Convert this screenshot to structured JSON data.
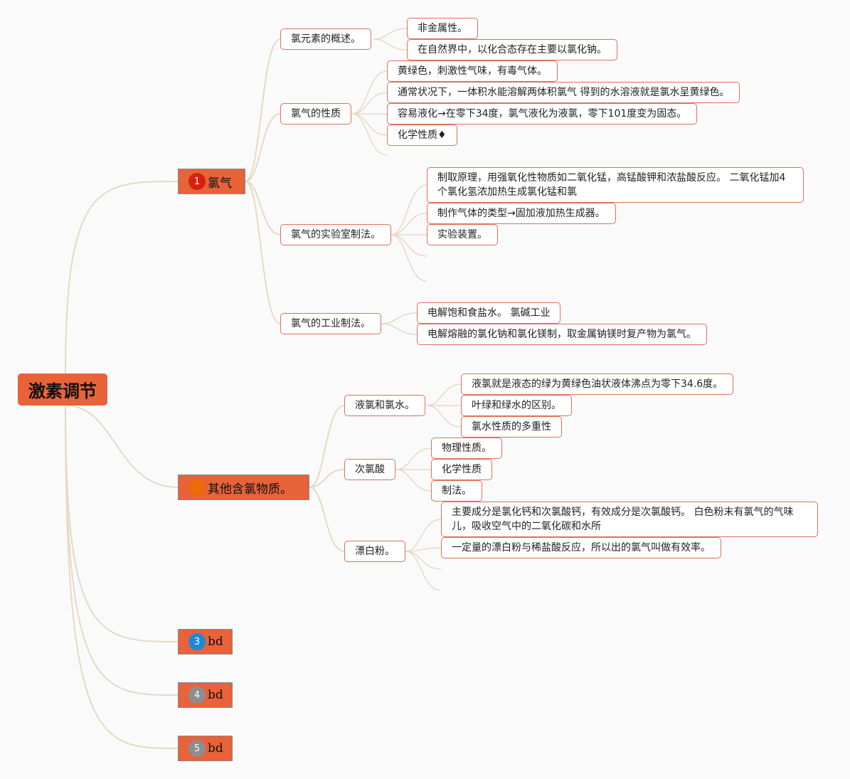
{
  "colors": {
    "root_fill": "#e8623a",
    "branch_fill": "#e8623a",
    "node_border": "#e0705a",
    "link": "#e8d9c4",
    "badge_1": "#d6210f",
    "badge_2": "#ee6a0a",
    "badge_3": "#1e88d8",
    "badge_4": "#8e8e8e",
    "badge_5": "#8e8e8e"
  },
  "root": {
    "label": "激素调节"
  },
  "branches": [
    {
      "label": "氯气",
      "badge": "1",
      "children": [
        {
          "label": "氯元素的概述。",
          "children": [
            "非金属性。",
            "在自然界中，以化合态存在主要以氯化钠。"
          ]
        },
        {
          "label": "氯气的性质",
          "children": [
            "黄绿色，刺激性气味，有毒气体。",
            "通常状况下，一体积水能溶解两体积氯气 得到的水溶液就是氯水呈黄绿色。",
            "容易液化→在零下34度，氯气液化为液氯，零下101度变为固态。",
            "化学性质♦"
          ]
        },
        {
          "label": "氯气的实验室制法。",
          "children": [
            "制取原理，用强氧化性物质如二氧化锰，高锰酸钾和浓盐酸反应。 二氧化锰加4个氯化氢浓加热生成氯化锰和氯",
            "制作气体的类型→固加液加热生成器。",
            "实验装置。"
          ]
        },
        {
          "label": "氯气的工业制法。",
          "children": [
            "电解饱和食盐水。 氯碱工业",
            "电解熔融的氯化钠和氯化镁制，取金属钠镁时复产物为氯气。"
          ]
        }
      ]
    },
    {
      "label": "其他含氯物质。",
      "badge": "",
      "children": [
        {
          "label": "液氯和氯水。",
          "children": [
            "液氯就是液态的绿为黄绿色油状液体沸点为零下34.6度。",
            "叶绿和绿水的区别。",
            "氯水性质的多重性"
          ]
        },
        {
          "label": "次氯酸",
          "children": [
            "物理性质。",
            "化学性质",
            "制法。"
          ]
        },
        {
          "label": "漂白粉。",
          "children": [
            "主要成分是氯化钙和次氯酸钙，有效成分是次氯酸钙。 白色粉末有氯气的气味儿，吸收空气中的二氧化碳和水所",
            "一定量的漂白粉与稀盐酸反应，所以出的氯气叫做有效率。"
          ]
        }
      ]
    },
    {
      "label": "bd",
      "badge": "3"
    },
    {
      "label": "bd",
      "badge": "4"
    },
    {
      "label": "bd",
      "badge": "5"
    }
  ]
}
